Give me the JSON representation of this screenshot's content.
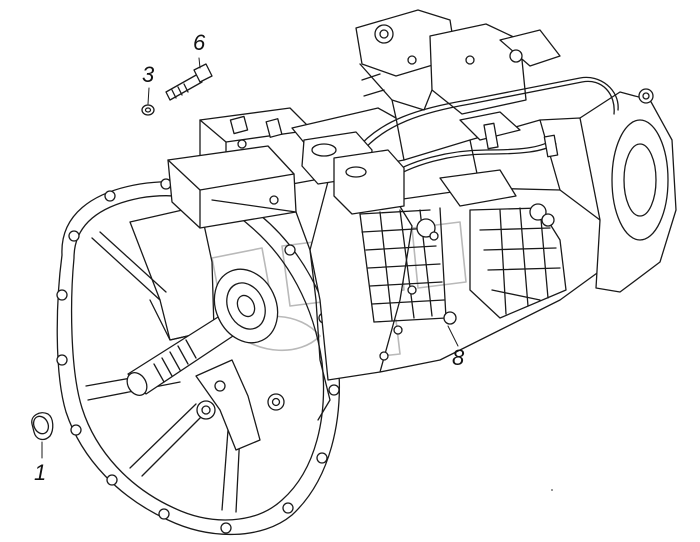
{
  "callouts": {
    "c1": "1",
    "c3": "3",
    "c6": "6",
    "c8": "8"
  },
  "colors": {
    "line": "#1a1a1a",
    "watermark": "#bdbdbd",
    "background": "#ffffff"
  }
}
